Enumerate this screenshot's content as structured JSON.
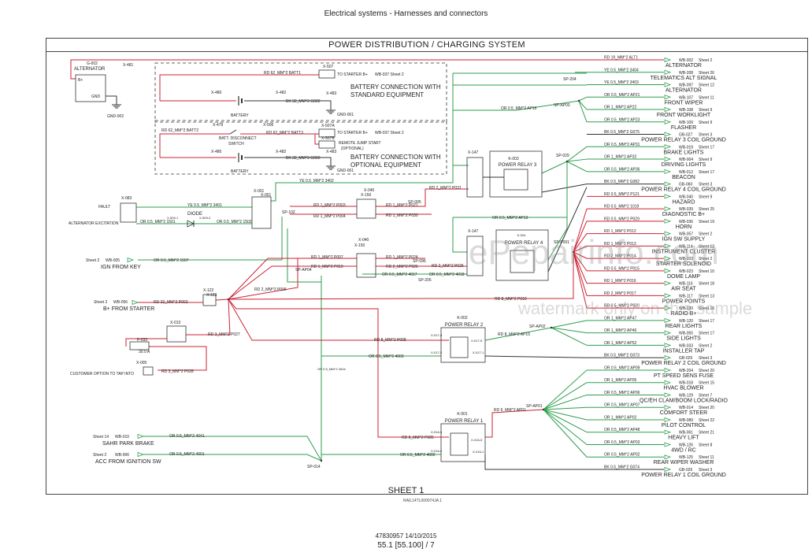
{
  "header": {
    "title": "Electrical systems - Harnesses and connectors"
  },
  "diagram": {
    "title": "POWER DISTRIBUTION / CHARGING SYSTEM",
    "sheet_label": "SHEET 1",
    "drawing_ref": "RAIL14TL000074JA    1",
    "std_box_label": [
      "BATTERY CONNECTION WITH",
      "STANDARD EQUIPMENT"
    ],
    "opt_box_label": [
      "BATTERY CONNECTION WITH",
      "OPTIONAL EQUIPMENT"
    ],
    "left_components": {
      "alternator": {
        "id": "G-002",
        "name": "ALTERNATOR",
        "b_plus": "B+",
        "gnd": "GND",
        "ground": "GND-002",
        "conn": "X-481"
      },
      "std_battery": {
        "conn_a": "X-480",
        "name": "BATTERY",
        "wire_batt": "RD 62_MM^2 BATT1",
        "conn_b": "X-507",
        "starter": "TO STARTER B+",
        "starter_sheet": "WB-037 Sheet 2",
        "conn_c": "X-482",
        "gnd_wire": "BK 32_MM^2 G002",
        "conn_d": "X-483",
        "ground": "GND-001"
      },
      "opt_battery": {
        "wire_batt2": "RD 62_MM^2 BATT2",
        "conn_a": "X-479",
        "conn_b": "X-506",
        "wire_batt3": "RD 62_MM^2 BATT3",
        "disconnect": [
          "BATT. DISCONNECT",
          "SWITCH"
        ],
        "conn_c": "X-507A",
        "starter": "TO STARTER B+",
        "starter_sheet": "WB-037 Sheet 2",
        "conn_d": "X-507B",
        "remote": [
          "REMOTE JUMP START",
          "(OPTIONAL)"
        ],
        "conn_e": "X-480",
        "name": "BATTERY",
        "conn_f": "X-482",
        "gnd_wire": "BK 32_MM^2 G002",
        "conn_g": "X-483",
        "ground": "GND-001"
      },
      "fault": {
        "conn": "X-083",
        "label": "FAULT",
        "excitation": "ALTERNATOR EXCITATION",
        "diode": "DIODE",
        "x509_1": "X-509-1",
        "x509_2": "X-509-2"
      },
      "x001": {
        "a": "X-001",
        "b": "X-051"
      },
      "x040a": {
        "a": "X-040",
        "b": "X-150"
      },
      "x040b": {
        "a": "X-040",
        "b": "X-150"
      },
      "x122": {
        "a": "X-122",
        "b": "X-123"
      },
      "fuse": {
        "conn": "X-013",
        "id": "F-033",
        "rating": "30.0 A"
      },
      "x005": {
        "conn": "X-005"
      }
    },
    "splices": {
      "sp102": "SP-102",
      "sp095": "SP-095",
      "sp096": "SP-096",
      "spap04": "SP-AP04",
      "sp205": "SP-205",
      "sp014": "SP-014",
      "sp204": "SP-204",
      "spap03": "SP-AP03",
      "sp029": "SP-029",
      "sp001": "SP-P001",
      "spap02": "SP-AP02",
      "spap01": "SP-AP01"
    },
    "left_signals": [
      {
        "sheet": "Sheet 2",
        "wb": "WB-005",
        "label": "IGN FROM KEY"
      },
      {
        "sheet": "Sheet 2",
        "wb": "WB-056",
        "label": "B+ FROM STARTER"
      },
      {
        "sheet": "",
        "wb": "",
        "label": "CUSTOMER OPTION TO TAP INTO"
      },
      {
        "sheet": "Sheet 14",
        "wb": "WB-010",
        "label": "SAHR PARK BRAKE"
      },
      {
        "sheet": "Sheet 2",
        "wb": "WB-006",
        "label": "ACC FROM IGNITION SW"
      }
    ],
    "center_wires": [
      "YE 0.5_MM^2 3401",
      "YE 0.5_MM^2 3402",
      "OR 0.5_MM^2 1501",
      "OR 0.5_MM^2 1502",
      "OR 0.5_MM^2 1507",
      "RD 1_MM^2 P003",
      "RD 1_MM^2 P004",
      "RD 1_MM^2 P021",
      "RD 1_MM^2 P030",
      "RD 2_MM^2 P031",
      "RD 1_MM^2 P007",
      "RD 1_MM^2 P019",
      "RD 1_MM^2 P024",
      "RD 2_MM^2 P026",
      "RD 2_MM^2 P025",
      "OR 0.5_MM^2 4017",
      "OR 0.5_MM^2 4018",
      "RD 2_MM^2 P006",
      "RD 32_MM^2 P002",
      "RD 3_MM^2 P027",
      "RD 3_MM^2 P028",
      "RD 8_MM^2 P008",
      "OR 0.5_MM^2 4003",
      "RD 8_MM^2 P010",
      "RD 8_MM^2 P005",
      "OR 0.5_MM^2 4041",
      "OR 0.5_MM^2 4001",
      "OR 0.5_MM^2 4002",
      "OR 0.5_MM^2 AP13",
      "RD 8_MM^2 AP15",
      "OR 0.5_MM^2 4004",
      "RD 19_MM^2 ALT1",
      "OR 0.5_MM^2 AP16",
      "RD 6_MM^2 AP01"
    ],
    "relays": [
      {
        "conn": "X-147",
        "id": "K-003",
        "name": "POWER RELAY 3"
      },
      {
        "conn": "X-147",
        "id": "K-004",
        "name": "POWER RELAY 4"
      },
      {
        "id": "K-002",
        "name": "POWER RELAY 2",
        "c1": "X-017-3",
        "c2": "X-017-5",
        "c3": "X-017-2",
        "c4": "X-017-1"
      },
      {
        "id": "K-001",
        "name": "POWER RELAY 1",
        "c1": "X-016-3",
        "c2": "X-016-5",
        "c3": "X-016-2",
        "c4": "X-016-1"
      }
    ],
    "outputs": [
      {
        "wire": "RD 19_MM^2 ALT1",
        "wb": "WB-002",
        "sheet": "Sheet 2",
        "label": "ALTERNATOR"
      },
      {
        "wire": "YE 0.5_MM^2 3404",
        "wb": "WB-208",
        "sheet": "Sheet 26",
        "label": "TELEMATICS ALT SIGNAL"
      },
      {
        "wire": "YE 0.5_MM^2 3403",
        "wb": "WB-097",
        "sheet": "Sheet 12",
        "label": "ALTERNATOR"
      },
      {
        "wire": "OR 0.5_MM^2 AP21",
        "wb": "WB-107",
        "sheet": "Sheet 11",
        "label": "FRONT WIPER"
      },
      {
        "wire": "OR 1_MM^2 AP22",
        "wb": "WB-108",
        "sheet": "Sheet 9",
        "label": "FRONT WORKLIGHT"
      },
      {
        "wire": "OR 0.5_MM^2 AP23",
        "wb": "WB-109",
        "sheet": "Sheet 9",
        "label": "FLASHER"
      },
      {
        "wire": "BK 0.5_MM^2 G075",
        "wb": "GB-027",
        "sheet": "Sheet 3",
        "label": "POWER RELAY 3 COIL GROUND"
      },
      {
        "wire": "OR 0.5_MM^2 AP31",
        "wb": "WB-019",
        "sheet": "Sheet 17",
        "label": "BRAKE LIGHTS"
      },
      {
        "wire": "OR 1_MM^2 AP32",
        "wb": "WB-004",
        "sheet": "Sheet 9",
        "label": "DRIVING LIGHTS"
      },
      {
        "wire": "OR 0.5_MM^2 AP36",
        "wb": "WB-012",
        "sheet": "Sheet 17",
        "label": "BEACON"
      },
      {
        "wire": "BK 0.5_MM^2 G082",
        "wb": "GB-060",
        "sheet": "Sheet 3",
        "label": "POWER RELAY 4 COIL GROUND"
      },
      {
        "wire": "RD 0.5_MM^2 P121",
        "wb": "WB-040",
        "sheet": "Sheet 9",
        "label": "HAZARD"
      },
      {
        "wire": "RD 0.5_MM^2 1019",
        "wb": "WB-039",
        "sheet": "Sheet 25",
        "label": "DIAGNOSTIC B+"
      },
      {
        "wire": "RD 0.5_MM^2 P029",
        "wb": "WB-036",
        "sheet": "Sheet 19",
        "label": "HORN"
      },
      {
        "wire": "RD 1_MM^2 P012",
        "wb": "WB-057",
        "sheet": "Sheet 2",
        "label": "IGN SW SUPPLY"
      },
      {
        "wire": "RD 1_MM^2 P013",
        "wb": "WB-114",
        "sheet": "Sheet 12",
        "label": "INSTRUMENT CLUSTER"
      },
      {
        "wire": "RD 2_MM^2 P014",
        "wb": "WB-103",
        "sheet": "Sheet 2",
        "label": "STARTER SOLENOID"
      },
      {
        "wire": "RD 0.5_MM^2 P015",
        "wb": "WB-023",
        "sheet": "Sheet 10",
        "label": "DOME LAMP"
      },
      {
        "wire": "RD 1_MM^2 P016",
        "wb": "WB-116",
        "sheet": "Sheet 18",
        "label": "AIR SEAT"
      },
      {
        "wire": "RD 2_MM^2 P017",
        "wb": "WB-117",
        "sheet": "Sheet 13",
        "label": "POWER POINTS"
      },
      {
        "wire": "RD 0.5_MM^2 P020",
        "wb": "WB-030",
        "sheet": "Sheet 16",
        "label": "RADIO B+"
      },
      {
        "wire": "OR 1_MM^2 AP47",
        "wb": "WB-120",
        "sheet": "Sheet 17",
        "label": "REAR LIGHTS"
      },
      {
        "wire": "OR 1_MM^2 AP46",
        "wb": "WB-055",
        "sheet": "Sheet 17",
        "label": "SIDE LIGHTS"
      },
      {
        "wire": "OR 1_MM^2 AP52",
        "wb": "WB-033",
        "sheet": "Sheet 2",
        "label": "INSTALLER TAP"
      },
      {
        "wire": "BK 0.5_MM^2 G073",
        "wb": "GB-025",
        "sheet": "Sheet 3",
        "label": "POWER RELAY 2 COIL GROUND"
      },
      {
        "wire": "OR 0.5_MM^2 AP09",
        "wb": "WB-204",
        "sheet": "Sheet 20",
        "label": "PT SPEED SENS FUSE"
      },
      {
        "wire": "OR 1_MM^2 AP05",
        "wb": "WB-018",
        "sheet": "Sheet 15",
        "label": "HVAC BLOWER"
      },
      {
        "wire": "OR 0.5_MM^2 AP06",
        "wb": "WB-129",
        "sheet": "Sheet 7",
        "label": "QC/EH CLAM/BOOM LOCK/RADIO"
      },
      {
        "wire": "OR 0.5_MM^2 AP07",
        "wb": "WB-014",
        "sheet": "Sheet 20",
        "label": "COMFORT STEER"
      },
      {
        "wire": "OR 1_MM^2 AP02",
        "wb": "WB-089",
        "sheet": "Sheet 22",
        "label": "PILOT CONTROL"
      },
      {
        "wire": "OR 0.5_MM^2 AP48",
        "wb": "WB-061",
        "sheet": "Sheet 21",
        "label": "HEAVY LIFT"
      },
      {
        "wire": "OR 0.5_MM^2 AP03",
        "wb": "WB-126",
        "sheet": "Sheet 8",
        "label": "4WD / RC"
      },
      {
        "wire": "OR 0.5_MM^2 AP02",
        "wb": "WB-125",
        "sheet": "Sheet 11",
        "label": "REAR WIPER WASHER"
      },
      {
        "wire": "BK 0.5_MM^2 G074",
        "wb": "GB-026",
        "sheet": "Sheet 3",
        "label": "POWER RELAY 1 COIL GROUND"
      }
    ]
  },
  "footer": {
    "doc": "47830957 14/10/2015",
    "page": "55.1 [55.100] / 7"
  },
  "watermark": {
    "main": "ePepairinfo.com",
    "sub": "watermark only on this sample"
  },
  "colors": {
    "red": "#cc2233",
    "green": "#2e9e4e",
    "black": "#333333"
  }
}
